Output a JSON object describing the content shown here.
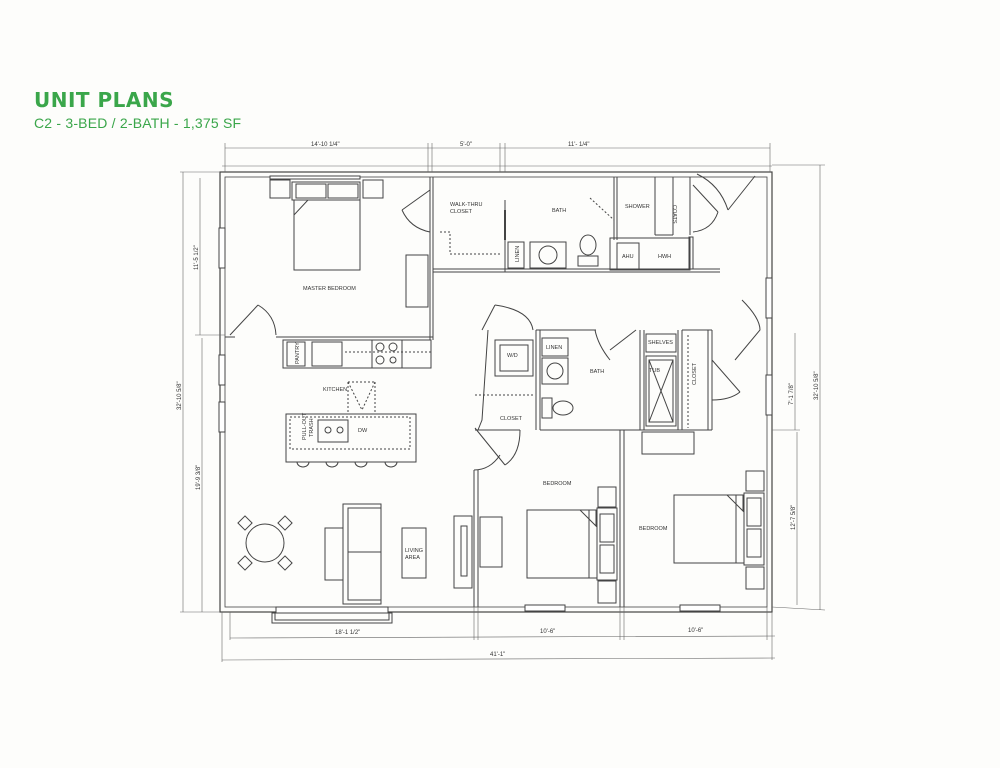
{
  "header": {
    "title": "UNIT PLANS",
    "subtitle": "C2 - 3-BED / 2-BATH - 1,375 SF",
    "accent_color": "#3aa64a"
  },
  "rooms": {
    "master_bedroom": "MASTER BEDROOM",
    "walk_thru_closet_1": "WALK-THRU",
    "walk_thru_closet_2": "CLOSET",
    "master_bath": "BATH",
    "shower": "SHOWER",
    "coats": "COATS",
    "ahu": "AHU",
    "hwh": "HWH",
    "linen_master": "LINEN",
    "pantry": "PANTRY",
    "kitchen": "KITCHEN",
    "pull_out_trash_1": "PULL-OUT",
    "pull_out_trash_2": "TRASH",
    "dw": "DW",
    "wd": "W/D",
    "linen_hall": "LINEN",
    "hall_bath": "BATH",
    "shelves": "SHELVES",
    "tub": "TUB",
    "closet_right": "CLOSET",
    "closet_hall": "CLOSET",
    "bedroom_2": "BEDROOM",
    "bedroom_3": "BEDROOM",
    "living_area_1": "LIVING",
    "living_area_2": "AREA"
  },
  "dimensions": {
    "top_1": "14'-10 1/4\"",
    "top_2": "5'-0\"",
    "top_3": "11'- 1/4\"",
    "left_upper": "11'-5 1/2\"",
    "left_lower": "19'-9 3/8\"",
    "left_total": "32'-10 5/8\"",
    "right_upper": "7'-1 7/8\"",
    "right_lower": "12'-7 5/8\"",
    "right_total": "32'-10 5/8\"",
    "bottom_1": "18'-1 1/2\"",
    "bottom_2": "10'-6\"",
    "bottom_3": "10'-6\"",
    "bottom_total": "41'-1\""
  }
}
